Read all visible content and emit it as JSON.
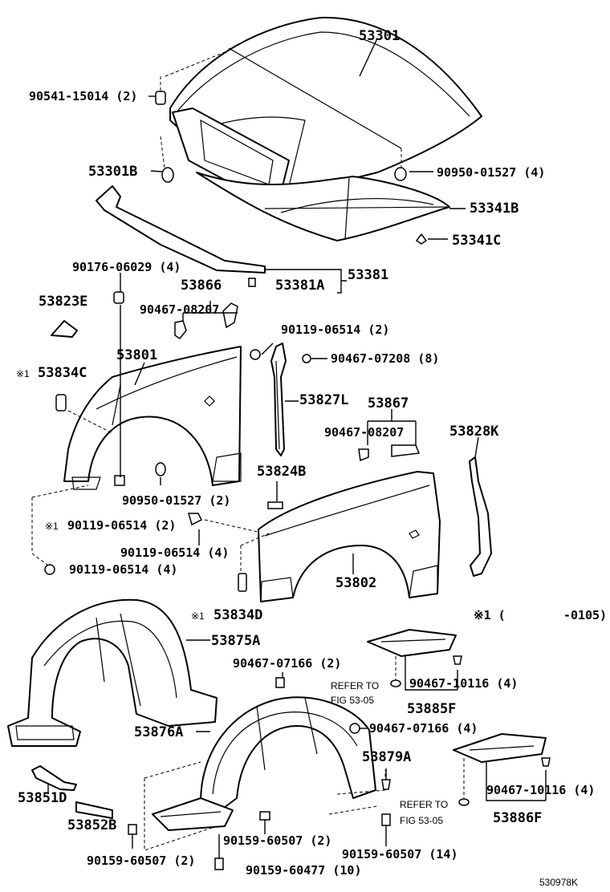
{
  "diagram": {
    "labels": {
      "hood": "53301",
      "hood_cushion": "90541-15014 (2)",
      "hood_bumper_left": "53301B",
      "hood_bumper_right": "90950-01527 (4)",
      "hood_insulator": "53341B",
      "insulator_clip": "53341C",
      "hood_seal": "53381",
      "hood_seal_clip": "53381A",
      "bolt_top": "90176-06029 (4)",
      "bracket_53866": "53866",
      "clip_53866": "90467-08207",
      "bracket_53823E": "53823E",
      "fender_left": "53801",
      "note_53834C_mark": "※1",
      "fender_seal_53834C": "53834C",
      "bolt_90119_a": "90119-06514 (2)",
      "clip_90467_07208": "90467-07208 (8)",
      "fender_seal_53827L": "53827L",
      "bracket_53867": "53867",
      "clip_53867": "90467-08207",
      "fender_seal_53828K": "53828K",
      "fender_bumper": "90950-01527 (2)",
      "bracket_53824B": "53824B",
      "bolt_90119_b": "90119-06514 (2)",
      "bolt_90119_b_mark": "※1",
      "bolt_90119_c": "90119-06514 (4)",
      "bolt_90119_d": "90119-06514 (4)",
      "fender_right": "53802",
      "fender_seal_53834D": "53834D",
      "fender_seal_53834D_mark": "※1",
      "note": "※1 (        -0105)",
      "liner_53875A": "53875A",
      "clip_90467_07166_a": "90467-07166 (2)",
      "refer_1": "REFER TO",
      "refer_1b": "FIG 53-05",
      "clip_90467_10116_a": "90467-10116 (4)",
      "cover_53885F": "53885F",
      "liner_53876A": "53876A",
      "clip_90467_07166_b": "90467-07166 (4)",
      "liner_53879A": "53879A",
      "refer_2": "REFER TO",
      "refer_2b": "FIG 53-05",
      "clip_90467_10116_b": "90467-10116 (4)",
      "cover_53886F": "53886F",
      "seal_53851D": "53851D",
      "seal_53852B": "53852B",
      "screw_90159_60507_a": "90159-60507 (2)",
      "screw_90159_60507_b": "90159-60507 (2)",
      "screw_90159_60507_c": "90159-60507 (14)",
      "screw_90159_60477": "90159-60477 (10)",
      "figure_id": "530978K"
    }
  }
}
